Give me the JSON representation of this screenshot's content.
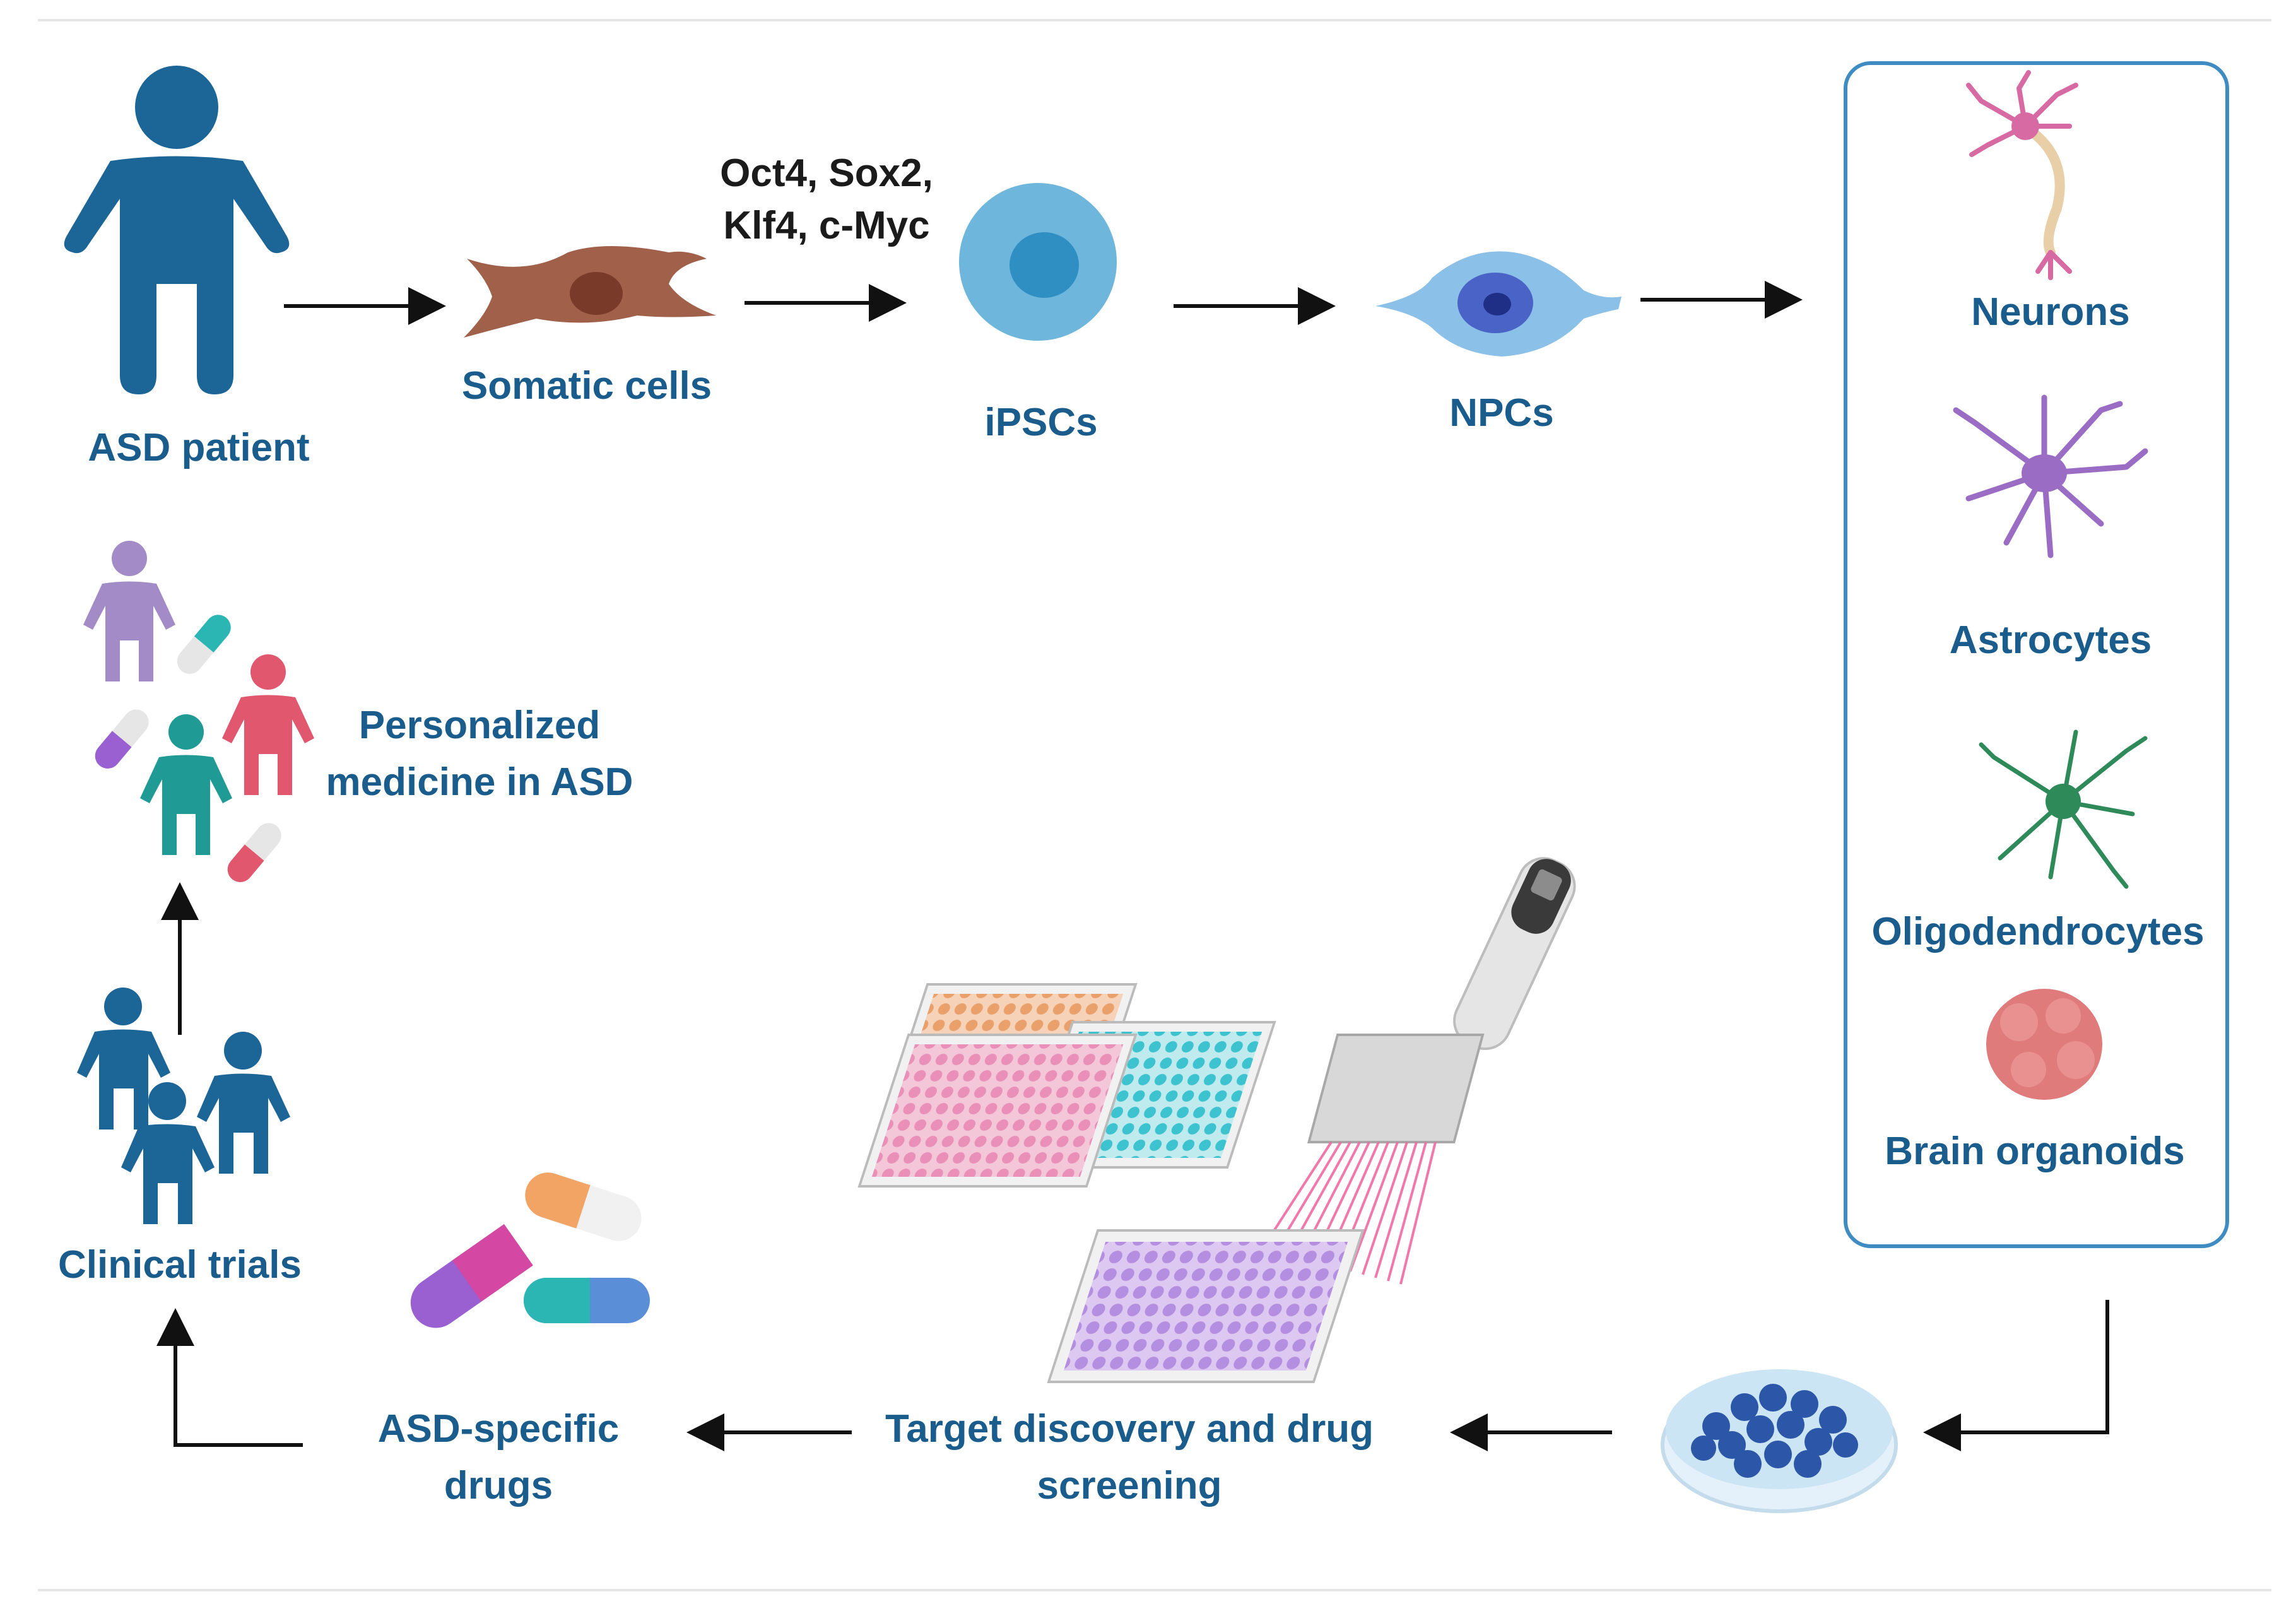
{
  "labels": {
    "asd_patient": "ASD patient",
    "somatic_cells": "Somatic cells",
    "factors_line1": "Oct4, Sox2,",
    "factors_line2": "Klf4, c-Myc",
    "ipscs": "iPSCs",
    "npcs": "NPCs",
    "neurons": "Neurons",
    "astrocytes": "Astrocytes",
    "oligodendrocytes": "Oligodendrocytes",
    "brain_organoids": "Brain organoids",
    "target_line1": "Target discovery and drug",
    "target_line2": "screening",
    "asd_drugs_line1": "ASD-specific",
    "asd_drugs_line2": "drugs",
    "clinical_trials": "Clinical trials",
    "personalized_line1": "Personalized",
    "personalized_line2": "medicine in ASD"
  },
  "colors": {
    "label_blue": "#1a5d8c",
    "patient_blue": "#1b6597",
    "somatic_brown": "#a0604a",
    "ipsc_blue": "#6eb6dc",
    "npc_blue": "#8bc1e8",
    "neuron_pink": "#d86aa3",
    "astro_purple": "#9a6cc4",
    "oligo_green": "#2f8a5a",
    "organoid_red": "#e07b7b",
    "box_border": "#3f8cc3"
  },
  "icons": [
    "person-icon",
    "somatic-cell-icon",
    "ipsc-icon",
    "npc-icon",
    "neuron-icon",
    "astrocyte-icon",
    "oligodendrocyte-icon",
    "organoid-icon",
    "petri-dish-icon",
    "pipette-icon",
    "well-plate-icon",
    "capsule-icon"
  ]
}
